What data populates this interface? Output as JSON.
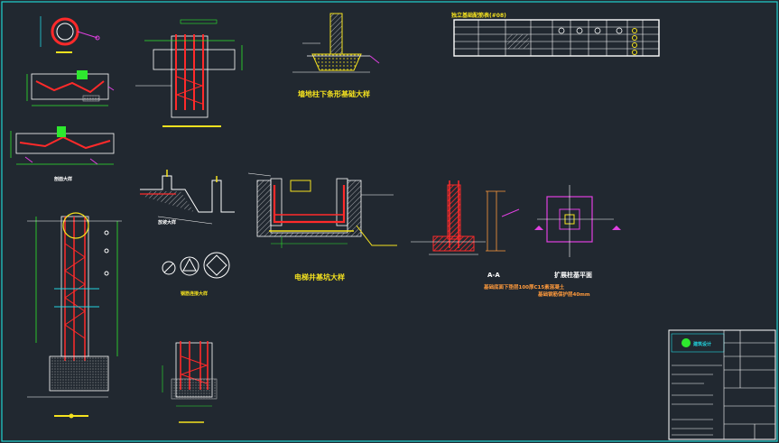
{
  "drawing": {
    "labels": {
      "detail_a": "墙地柱下条形基础大样",
      "detail_b": "电梯井基坑大样",
      "detail_c": "A-A",
      "detail_d": "扩展柱基平面",
      "table_title": "独立基础配筋表(#08)",
      "left_mid": "剖面大样",
      "circle_caption": "钢筋连接大样",
      "slope_caption": "放坡大样"
    },
    "notes": [
      "基础底面下垫层100厚C15素混凝土",
      "基础钢筋保护层40mm"
    ],
    "title_block": {
      "logo_text": "建筑设计"
    }
  },
  "colors": {
    "background": "#212830",
    "border": "#1fd2cf",
    "white": "#ffffff",
    "red": "#ff2a2a",
    "yellow": "#f5e21f",
    "green": "#2ee82e",
    "cyan": "#22d5e0",
    "magenta": "#e040e0",
    "orange": "#ff9a3c"
  }
}
